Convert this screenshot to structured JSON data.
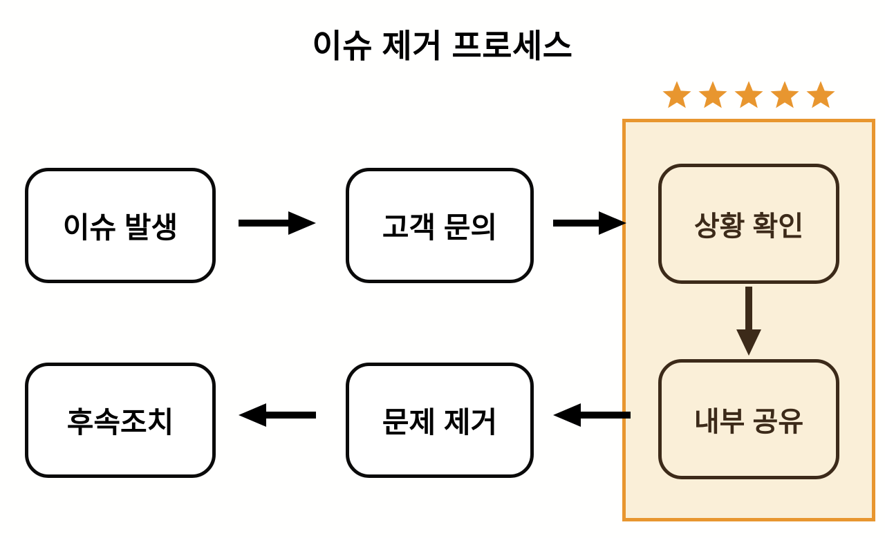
{
  "diagram": {
    "title": "이슈 제거 프로세스",
    "background_color": "#FFFFFE",
    "accent_color": "#E8962F",
    "panel_fill_color": "#FAEFD8",
    "panel_text_color": "#3C2A19",
    "node_border_color": "#0A0A0A",
    "rating": {
      "icon": "star-icon",
      "count": 5,
      "filled": 5,
      "color": "#E8962F"
    },
    "highlight_panel": {
      "label": "highlighted-stage-group",
      "border_color": "#E8962F",
      "fill_color": "#FAEFD8"
    },
    "nodes": [
      {
        "id": "issue",
        "label": "이슈 발생",
        "style": "plain"
      },
      {
        "id": "inquiry",
        "label": "고객 문의",
        "style": "plain"
      },
      {
        "id": "status",
        "label": "상황 확인",
        "style": "highlighted"
      },
      {
        "id": "share",
        "label": "내부 공유",
        "style": "highlighted"
      },
      {
        "id": "remove",
        "label": "문제 제거",
        "style": "plain"
      },
      {
        "id": "followup",
        "label": "후속조치",
        "style": "plain"
      }
    ],
    "arrows": [
      {
        "id": "issue-inquiry",
        "from": "이슈 발생",
        "to": "고객 문의",
        "direction": "right",
        "color": "#000000"
      },
      {
        "id": "inquiry-status",
        "from": "고객 문의",
        "to": "상황 확인",
        "direction": "right",
        "color": "#000000"
      },
      {
        "id": "status-share",
        "from": "상황 확인",
        "to": "내부 공유",
        "direction": "down",
        "color": "#3C2A19"
      },
      {
        "id": "share-remove",
        "from": "내부 공유",
        "to": "문제 제거",
        "direction": "left",
        "color": "#000000"
      },
      {
        "id": "remove-followup",
        "from": "문제 제거",
        "to": "후속조치",
        "direction": "left",
        "color": "#000000"
      }
    ]
  }
}
